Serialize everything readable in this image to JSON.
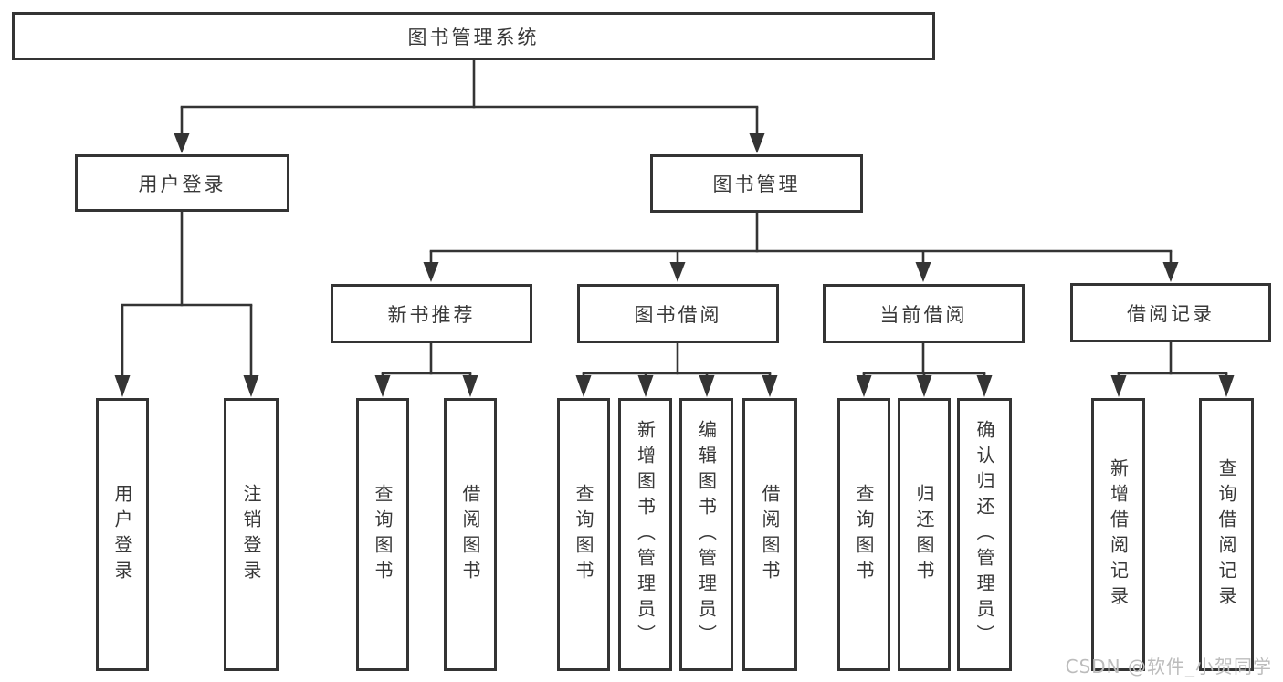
{
  "diagram": {
    "root_label": "图书管理系统",
    "branches": [
      {
        "label": "用户登录",
        "children": [
          {
            "label": "用户登录"
          },
          {
            "label": "注销登录"
          }
        ]
      },
      {
        "label": "图书管理",
        "children": [
          {
            "label": "新书推荐",
            "children": [
              {
                "label": "查询图书"
              },
              {
                "label": "借阅图书"
              }
            ]
          },
          {
            "label": "图书借阅",
            "children": [
              {
                "label": "查询图书"
              },
              {
                "label": "新增图书（管理员）"
              },
              {
                "label": "编辑图书（管理员）"
              },
              {
                "label": "借阅图书"
              }
            ]
          },
          {
            "label": "当前借阅",
            "children": [
              {
                "label": "查询图书"
              },
              {
                "label": "归还图书"
              },
              {
                "label": "确认归还（管理员）"
              }
            ]
          },
          {
            "label": "借阅记录",
            "children": [
              {
                "label": "新增借阅记录"
              },
              {
                "label": "查询借阅记录"
              }
            ]
          }
        ]
      }
    ]
  },
  "watermark": {
    "text": "CSDN @软件_小贺同学"
  },
  "colors": {
    "line": "#343434",
    "text": "#383838",
    "background": "#ffffff",
    "watermark": "#bcbcbc"
  }
}
